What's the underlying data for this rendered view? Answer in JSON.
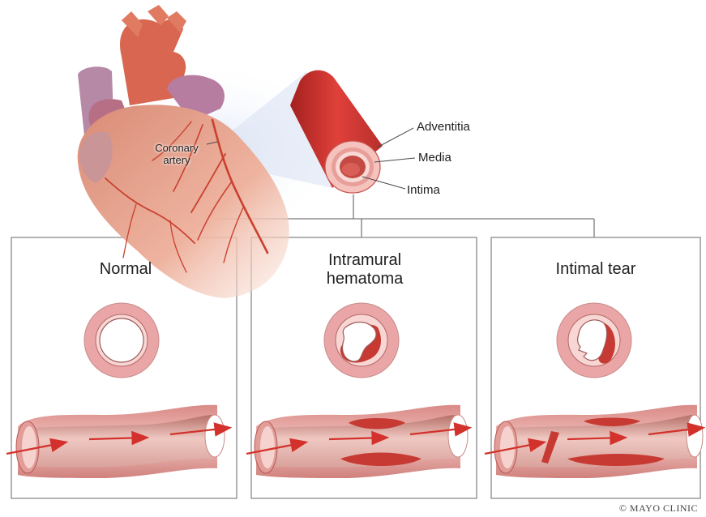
{
  "diagram": {
    "heart": {
      "label": "Coronary\nartery"
    },
    "layers": {
      "adventitia": "Adventitia",
      "media": "Media",
      "intima": "Intima"
    },
    "panels": [
      {
        "title": "Normal"
      },
      {
        "title": "Intramural\nhematoma"
      },
      {
        "title": "Intimal tear"
      }
    ],
    "credit": "© MAYO CLINIC"
  },
  "colors": {
    "panel_border": "#8a8a8a",
    "vessel_outer": "#e9a3a3",
    "vessel_inner": "#f6d3d0",
    "blood": "#c9302c",
    "arrow": "#d2322b",
    "heart_muscle": "#e5967f"
  }
}
